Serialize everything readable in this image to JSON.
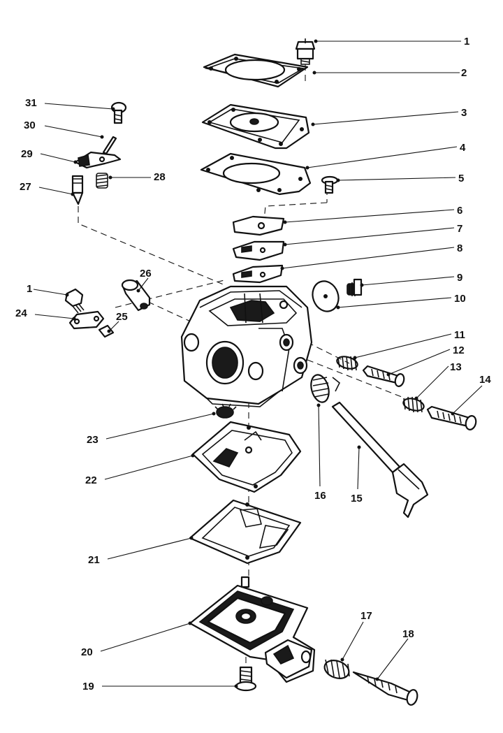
{
  "callouts": [
    {
      "id": "1",
      "label": "1"
    },
    {
      "id": "2",
      "label": "2"
    },
    {
      "id": "3",
      "label": "3"
    },
    {
      "id": "4",
      "label": "4"
    },
    {
      "id": "5",
      "label": "5"
    },
    {
      "id": "6",
      "label": "6"
    },
    {
      "id": "7",
      "label": "7"
    },
    {
      "id": "8",
      "label": "8"
    },
    {
      "id": "9",
      "label": "9"
    },
    {
      "id": "10",
      "label": "10"
    },
    {
      "id": "11",
      "label": "11"
    },
    {
      "id": "12",
      "label": "12"
    },
    {
      "id": "13",
      "label": "13"
    },
    {
      "id": "14",
      "label": "14"
    },
    {
      "id": "15",
      "label": "15"
    },
    {
      "id": "16",
      "label": "16"
    },
    {
      "id": "17",
      "label": "17"
    },
    {
      "id": "18",
      "label": "18"
    },
    {
      "id": "19",
      "label": "19"
    },
    {
      "id": "20",
      "label": "20"
    },
    {
      "id": "21",
      "label": "21"
    },
    {
      "id": "22",
      "label": "22"
    },
    {
      "id": "23",
      "label": "23"
    },
    {
      "id": "24",
      "label": "24"
    },
    {
      "id": "25",
      "label": "25"
    },
    {
      "id": "26",
      "label": "26"
    },
    {
      "id": "27",
      "label": "27"
    },
    {
      "id": "28",
      "label": "28"
    },
    {
      "id": "29",
      "label": "29"
    },
    {
      "id": "30",
      "label": "30"
    },
    {
      "id": "31",
      "label": "31"
    },
    {
      "id": "1b",
      "label": "1"
    }
  ]
}
